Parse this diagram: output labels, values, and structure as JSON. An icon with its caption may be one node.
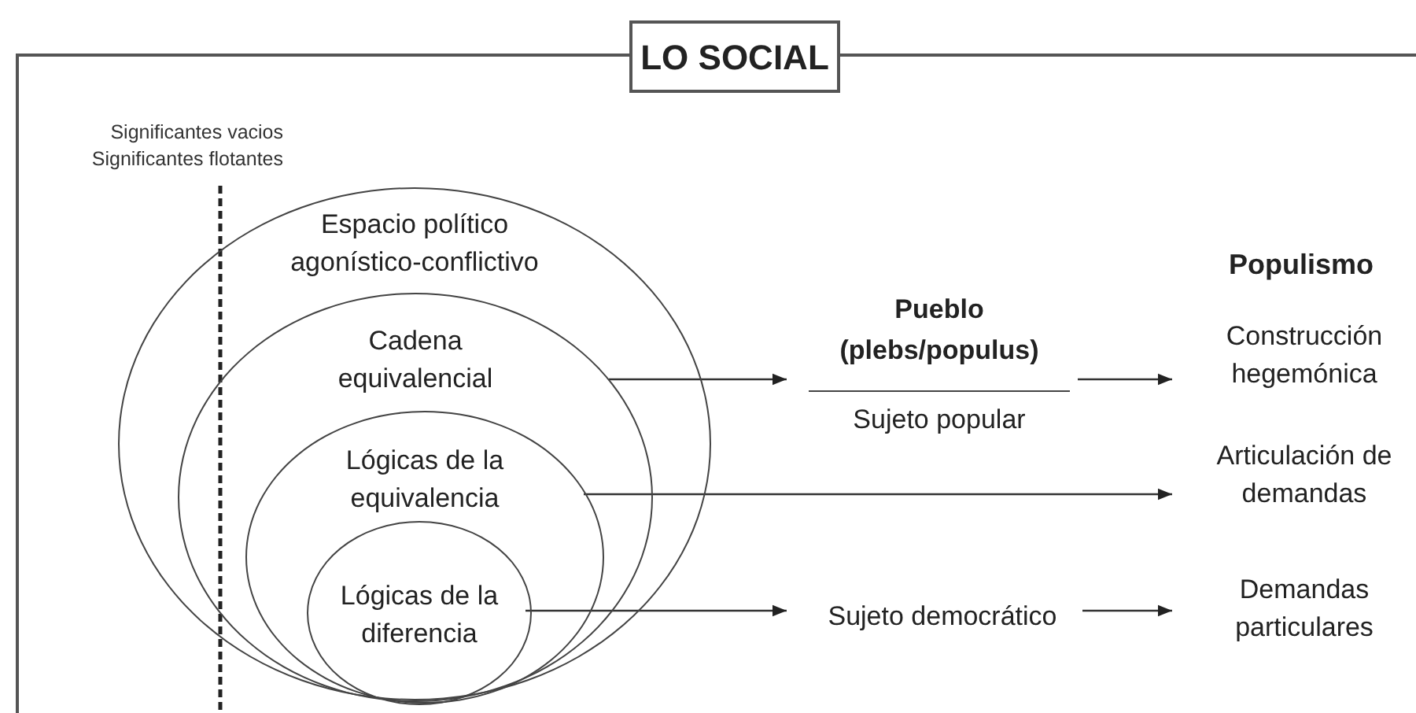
{
  "diagram": {
    "nodes": [
      {
        "text": [
          "LO SOCIAL"
        ]
      },
      {
        "text": [
          "Espacio político agonístico-conflictivo"
        ],
        "in": 0
      },
      {
        "text": [
          "Cadena equivalencial"
        ],
        "in": 1
      },
      {
        "text": [
          "Lógicas de la equivalencia"
        ],
        "in": 2
      },
      {
        "text": [
          "Lógicas de la diferencia"
        ],
        "in": 3
      },
      {
        "text": [
          "Pueblo (plebs/populus)",
          "Sujeto popular"
        ],
        "in": 0
      },
      {
        "text": [
          "Sujeto democrático"
        ],
        "in": 0
      },
      {
        "text": [
          "Construcción hegemónica"
        ],
        "in": 0
      },
      {
        "text": [
          "Articulación de demandas"
        ],
        "in": 0
      },
      {
        "text": [
          "Demandas particulares"
        ],
        "in": 0
      }
    ],
    "edges": [
      {
        "from": 2,
        "to": 5,
        "arrow": "to"
      },
      {
        "from": 5,
        "to": 7,
        "arrow": "to"
      },
      {
        "from": 3,
        "to": 8,
        "arrow": "to"
      },
      {
        "from": 4,
        "to": 6,
        "arrow": "to"
      },
      {
        "from": 6,
        "to": 9,
        "arrow": "to"
      }
    ],
    "labels": [
      "Significantes vacios",
      "Significantes flotantes",
      "Populismo"
    ]
  }
}
